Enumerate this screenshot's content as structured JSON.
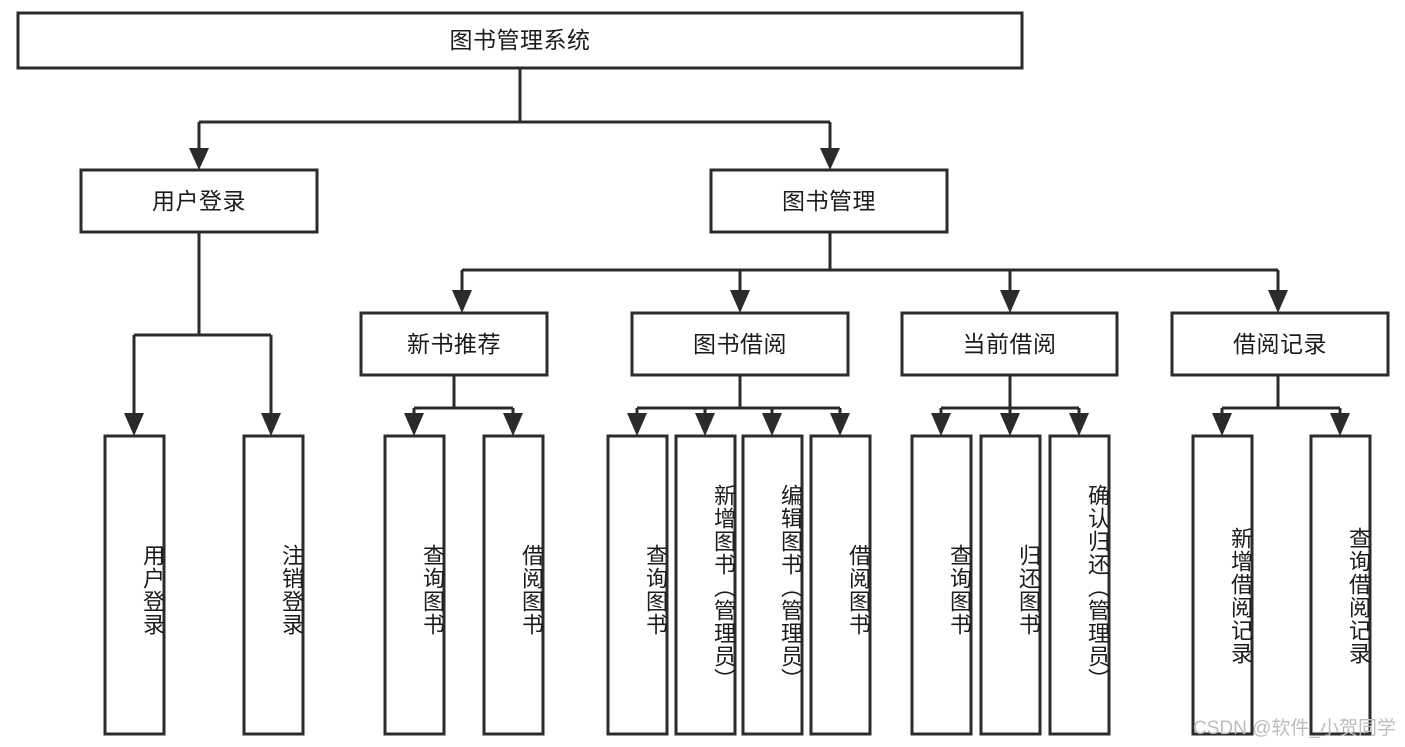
{
  "diagram": {
    "kind": "functional-structure-tree",
    "title": "图书管理系统",
    "watermark": "CSDN @软件_小贺同学",
    "colors": {
      "stroke": "#2b2b2b",
      "fill": "#ffffff",
      "text": "#1c1c1c",
      "watermark": "#bdbdbd",
      "background": "#ffffff"
    },
    "nodes": {
      "root": {
        "label": "图书管理系统",
        "orientation": "horizontal"
      },
      "level2": [
        {
          "id": "user-login",
          "label": "用户登录",
          "orientation": "horizontal"
        },
        {
          "id": "book-manage",
          "label": "图书管理",
          "orientation": "horizontal"
        }
      ],
      "level3": [
        {
          "id": "new-book-recommend",
          "label": "新书推荐",
          "orientation": "horizontal"
        },
        {
          "id": "book-borrow",
          "label": "图书借阅",
          "orientation": "horizontal"
        },
        {
          "id": "current-borrow",
          "label": "当前借阅",
          "orientation": "horizontal"
        },
        {
          "id": "borrow-record",
          "label": "借阅记录",
          "orientation": "horizontal"
        }
      ],
      "leaves": [
        {
          "id": "leaf-user-login",
          "label": "用户登录",
          "parent": "user-login",
          "orientation": "vertical"
        },
        {
          "id": "leaf-logout-login",
          "label": "注销登录",
          "parent": "user-login",
          "orientation": "vertical"
        },
        {
          "id": "leaf-query-book-1",
          "label": "查询图书",
          "parent": "new-book-recommend",
          "orientation": "vertical"
        },
        {
          "id": "leaf-borrow-book-1",
          "label": "借阅图书",
          "parent": "new-book-recommend",
          "orientation": "vertical"
        },
        {
          "id": "leaf-query-book-2",
          "label": "查询图书",
          "parent": "book-borrow",
          "orientation": "vertical"
        },
        {
          "id": "leaf-add-book",
          "label": "新增图书（管理员）",
          "parent": "book-borrow",
          "orientation": "vertical"
        },
        {
          "id": "leaf-edit-book",
          "label": "编辑图书（管理员）",
          "parent": "book-borrow",
          "orientation": "vertical"
        },
        {
          "id": "leaf-borrow-book-2",
          "label": "借阅图书",
          "parent": "book-borrow",
          "orientation": "vertical"
        },
        {
          "id": "leaf-query-book-3",
          "label": "查询图书",
          "parent": "current-borrow",
          "orientation": "vertical"
        },
        {
          "id": "leaf-return-book",
          "label": "归还图书",
          "parent": "current-borrow",
          "orientation": "vertical"
        },
        {
          "id": "leaf-confirm-return",
          "label": "确认归还（管理员）",
          "parent": "current-borrow",
          "orientation": "vertical"
        },
        {
          "id": "leaf-add-record",
          "label": "新增借阅记录",
          "parent": "borrow-record",
          "orientation": "vertical"
        },
        {
          "id": "leaf-query-record",
          "label": "查询借阅记录",
          "parent": "borrow-record",
          "orientation": "vertical"
        }
      ]
    }
  }
}
